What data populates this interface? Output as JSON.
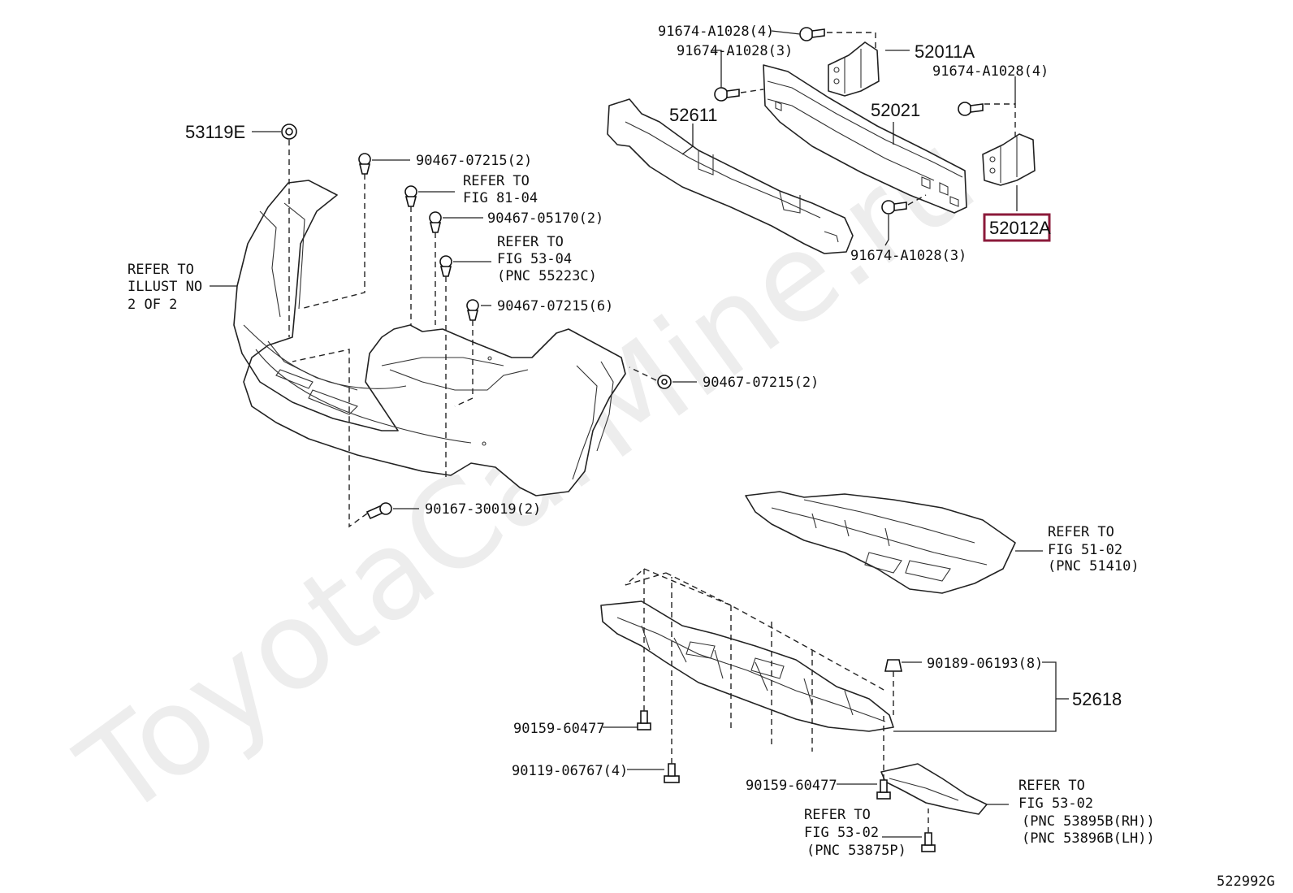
{
  "watermark": "ToyotaCarMine.ru",
  "figure_code": "522992G",
  "highlight_part": "52012A",
  "callouts": {
    "c_53119E": "53119E",
    "c_90467_07215_2a": "90467-07215(2)",
    "c_refer_81_04_a": "REFER TO",
    "c_refer_81_04_b": "FIG 81-04",
    "c_90467_05170_2": "90467-05170(2)",
    "c_refer_53_04_a": "REFER TO",
    "c_refer_53_04_b": "FIG 53-04",
    "c_refer_53_04_c": "(PNC 55223C)",
    "c_90467_07215_6": "90467-07215(6)",
    "c_refer_illust_a": "REFER TO",
    "c_refer_illust_b": "ILLUST NO",
    "c_refer_illust_c": "2 OF 2",
    "c_90467_07215_2b": "90467-07215(2)",
    "c_90167_30019_2": "90167-30019(2)",
    "c_91674_a1028_4a": "91674-A1028(4)",
    "c_91674_a1028_3a": "91674-A1028(3)",
    "c_52011A": "52011A",
    "c_91674_a1028_4b": "91674-A1028(4)",
    "c_52611": "52611",
    "c_52021": "52021",
    "c_52012A": "52012A",
    "c_91674_a1028_3b": "91674-A1028(3)",
    "c_refer_51_02_a": "REFER TO",
    "c_refer_51_02_b": "FIG 51-02",
    "c_refer_51_02_c": "(PNC 51410)",
    "c_90189_06193_8": "90189-06193(8)",
    "c_52618": "52618",
    "c_90159_60477_a": "90159-60477",
    "c_90119_06767_4": "90119-06767(4)",
    "c_90159_60477_b": "90159-60477",
    "c_refer_53_02_a_1": "REFER TO",
    "c_refer_53_02_a_2": "FIG 53-02",
    "c_refer_53_02_a_3": "(PNC 53875P)",
    "c_refer_53_02_b_1": "REFER TO",
    "c_refer_53_02_b_2": "FIG 53-02",
    "c_refer_53_02_b_3": "(PNC 53895B(RH))",
    "c_refer_53_02_b_4": "(PNC 53896B(LH))"
  },
  "colors": {
    "highlight": "#8b1a3a",
    "line": "#222222",
    "background": "#ffffff"
  }
}
